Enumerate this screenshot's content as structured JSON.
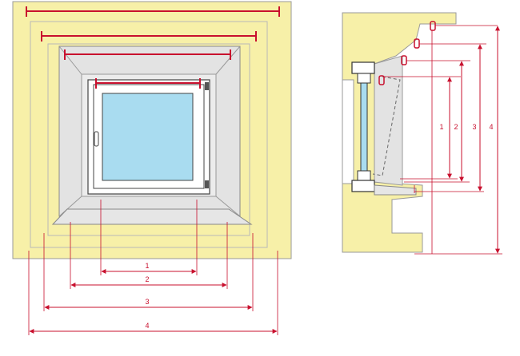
{
  "colors": {
    "wall": "#f7f0a8",
    "wall_stroke": "#9a9a9a",
    "reveal": "#e3e3e3",
    "frame": "#ffffff",
    "glass": "#a9dcf0",
    "dimension": "#c8102e",
    "outline": "#333333"
  },
  "front_view": {
    "dimensions": [
      {
        "label": "1"
      },
      {
        "label": "2"
      },
      {
        "label": "3"
      },
      {
        "label": "4"
      }
    ]
  },
  "side_view": {
    "dimensions": [
      {
        "label": "1"
      },
      {
        "label": "2"
      },
      {
        "label": "3"
      },
      {
        "label": "4"
      }
    ]
  }
}
